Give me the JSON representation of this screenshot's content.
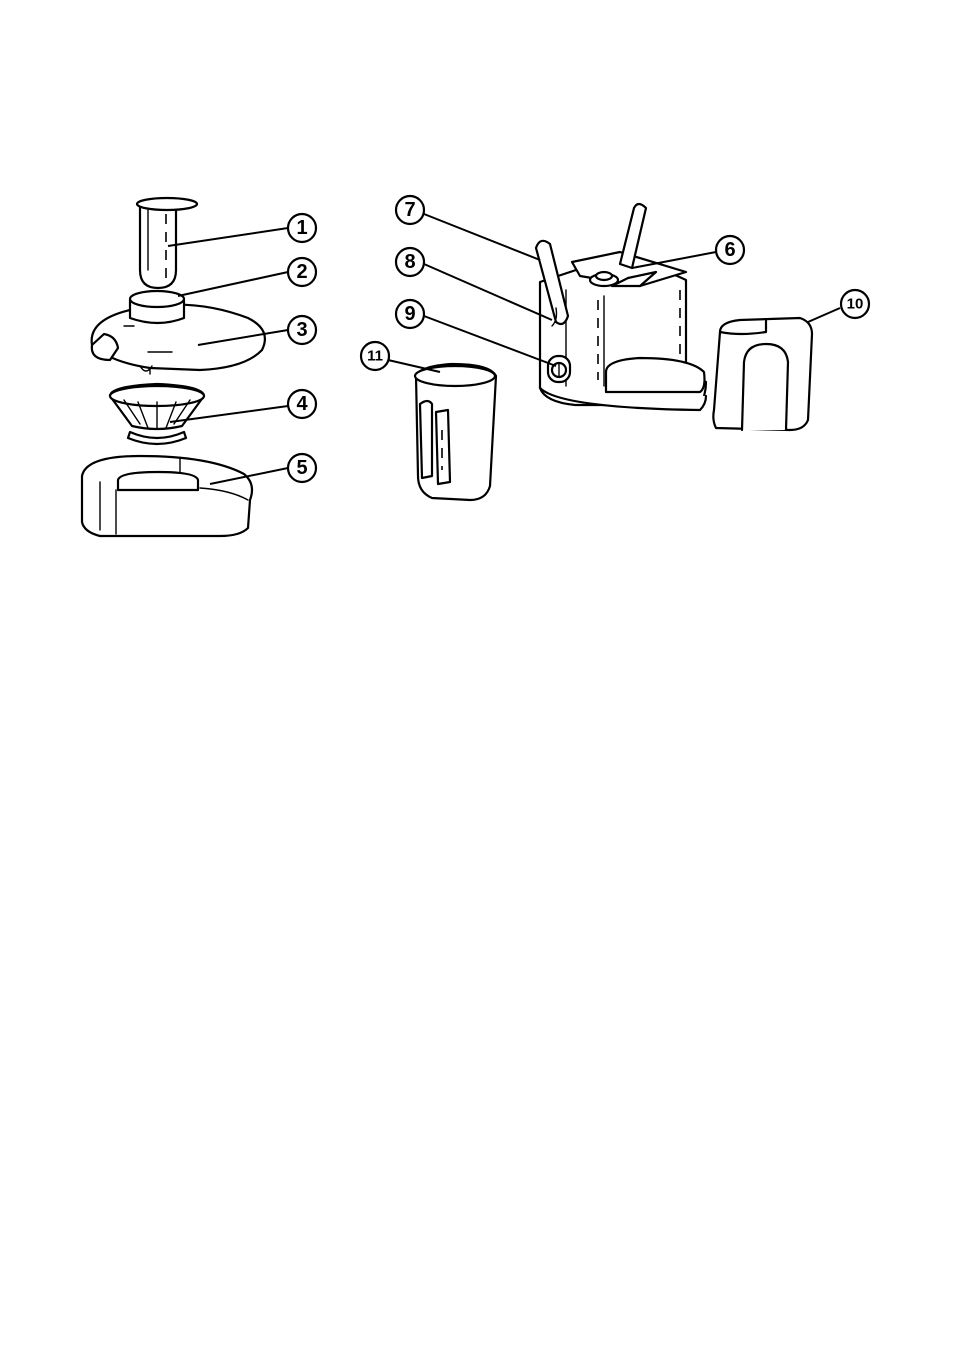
{
  "callouts": [
    {
      "number": "1",
      "part": "food-pusher"
    },
    {
      "number": "2",
      "part": "feed-tube"
    },
    {
      "number": "3",
      "part": "cover"
    },
    {
      "number": "4",
      "part": "filter-basket"
    },
    {
      "number": "5",
      "part": "pulp-container-upper"
    },
    {
      "number": "6",
      "part": "drive-shaft"
    },
    {
      "number": "7",
      "part": "locking-arm"
    },
    {
      "number": "8",
      "part": "motor-base"
    },
    {
      "number": "9",
      "part": "switch"
    },
    {
      "number": "10",
      "part": "pulp-container"
    },
    {
      "number": "11",
      "part": "juice-jug"
    }
  ]
}
